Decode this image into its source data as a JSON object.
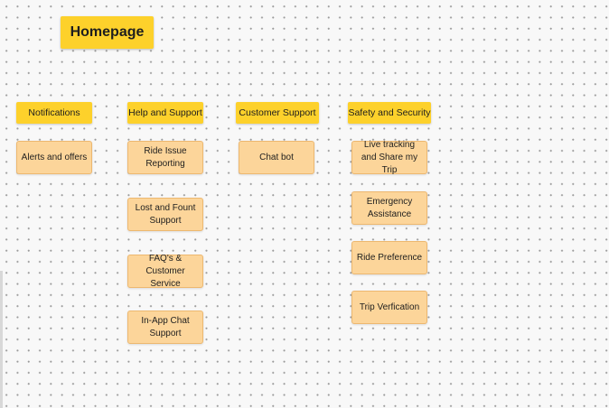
{
  "title": "Homepage",
  "columns": [
    {
      "header": "Notifications",
      "items": [
        "Alerts and offers"
      ]
    },
    {
      "header": "Help and Support",
      "items": [
        "Ride Issue Reporting",
        "Lost and Fount Support",
        "FAQ's & Customer Service",
        "In-App Chat Support"
      ]
    },
    {
      "header": "Customer Support",
      "items": [
        "Chat bot"
      ]
    },
    {
      "header": "Safety and Security",
      "items": [
        "Live tracking and Share my Trip",
        "Emergency Assistance",
        "Ride Preference",
        "Trip Verfication"
      ]
    }
  ],
  "colors": {
    "header_fill": "#fdd12b",
    "note_fill": "#fcd59a",
    "note_border": "#edb870",
    "canvas": "#f8f8f8"
  }
}
